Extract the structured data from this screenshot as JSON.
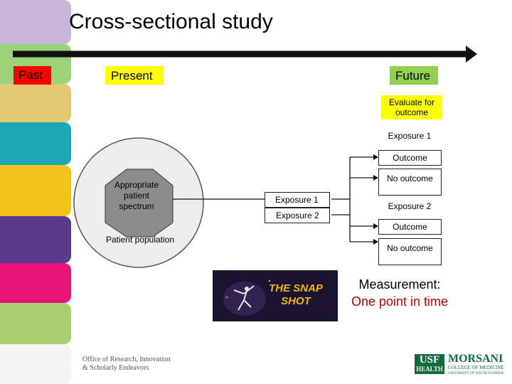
{
  "title": "Cross-sectional study",
  "timeline": {
    "past": "Past",
    "present": "Present",
    "future": "Future"
  },
  "future_note": "Evaluate for outcome",
  "patient": {
    "spectrum": "Appropriate patient spectrum",
    "population": "Patient population"
  },
  "exposures": {
    "e1": "Exposure 1",
    "e2": "Exposure 2"
  },
  "branch1": {
    "exposure": "Exposure 1",
    "outcome": "Outcome",
    "no_outcome": "No outcome"
  },
  "branch2": {
    "exposure": "Exposure 2",
    "outcome": "Outcome",
    "no_outcome": "No outcome"
  },
  "image_caption": "THE SNAP SHOT",
  "measurement": {
    "line1": "Measurement:",
    "line2": "One point in time"
  },
  "footer": {
    "office_line1": "Office of Research, Innovation",
    "office_line2": "& Scholarly Endeavors",
    "usf_line1": "USF",
    "usf_line2": "HEALTH",
    "morsani_line1": "MORSANI",
    "morsani_line2": "COLLEGE OF MEDICINE",
    "morsani_line3": "UNIVERSITY OF SOUTH FLORIDA"
  },
  "colors": {
    "past_bg": "#ff0000",
    "label_yellow": "#ffff00",
    "future_bg": "#92d050",
    "usf_green": "#0f6b3a",
    "measurement_red": "#c00000"
  }
}
